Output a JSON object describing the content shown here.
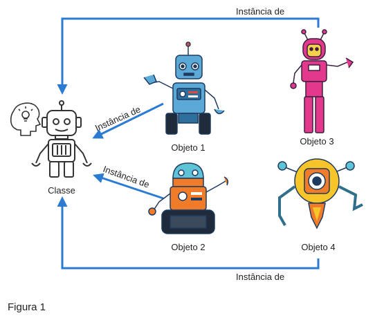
{
  "diagram": {
    "class_label": "Classe",
    "objects": [
      "Objeto 1",
      "Objeto 2",
      "Objeto 3",
      "Objeto 4"
    ],
    "relation_label": "Instância de",
    "colors": {
      "arrow": "#2b7bd3",
      "line": "#333333"
    }
  },
  "figure_caption": "Figura 1"
}
